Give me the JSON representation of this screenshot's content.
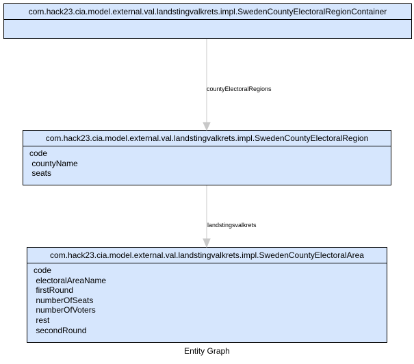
{
  "entities": [
    {
      "name": "com.hack23.cia.model.external.val.landstingvalkrets.impl.SwedenCountyElectoralRegionContainer",
      "fields": []
    },
    {
      "name": "com.hack23.cia.model.external.val.landstingvalkrets.impl.SwedenCountyElectoralRegion",
      "fields": [
        "code",
        " countyName",
        " seats"
      ]
    },
    {
      "name": "com.hack23.cia.model.external.val.landstingvalkrets.impl.SwedenCountyElectoralArea",
      "fields": [
        "code",
        " electoralAreaName",
        " firstRound",
        " numberOfSeats",
        " numberOfVoters",
        " rest",
        " secondRound"
      ]
    }
  ],
  "edges": [
    {
      "from": 0,
      "to": 1,
      "label": "countyElectoralRegions"
    },
    {
      "from": 1,
      "to": 2,
      "label": "landstingsvalkrets"
    }
  ],
  "caption": "Entity Graph",
  "colors": {
    "node_fill": "#d6e6fd",
    "node_border": "#000000",
    "edge": "#c8c8c8"
  }
}
